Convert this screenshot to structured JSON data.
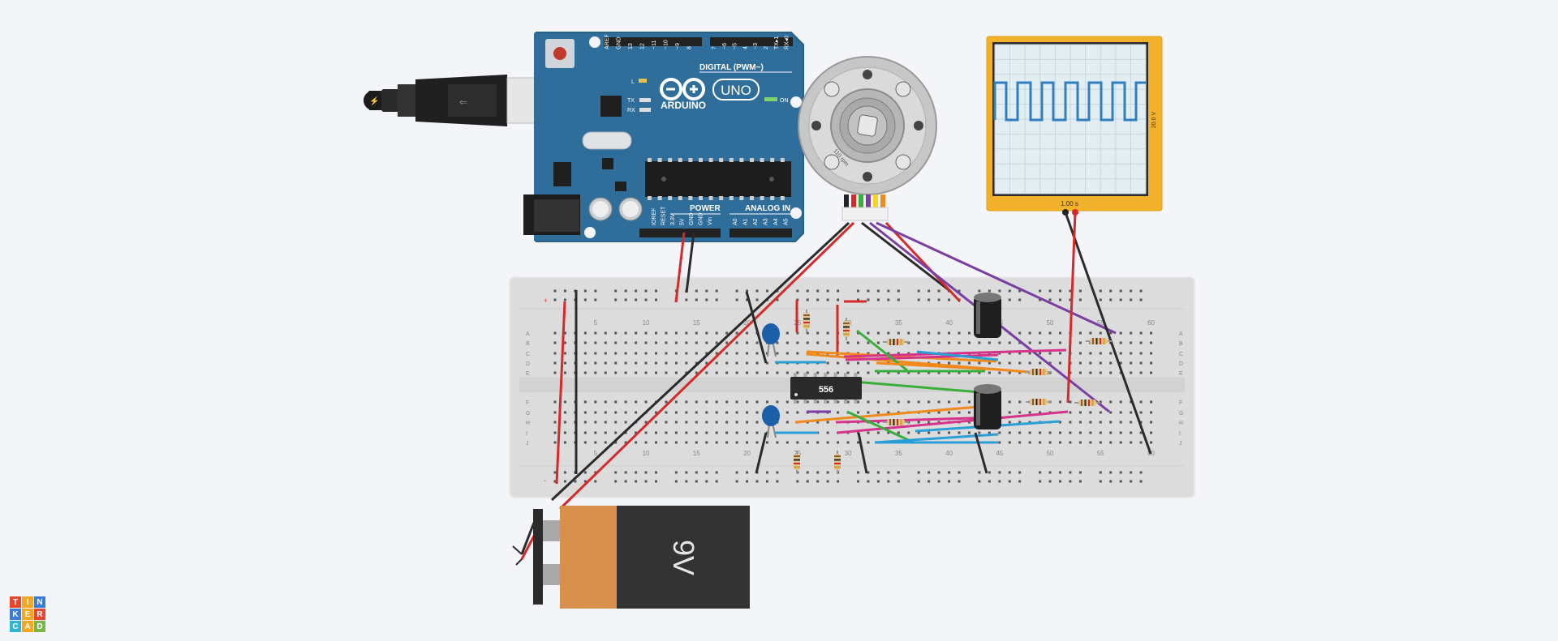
{
  "arduino": {
    "brand": "ARDUINO",
    "model": "UNO",
    "digital_header": "DIGITAL (PWM~)",
    "analog_header": "ANALOG IN",
    "power_header": "POWER",
    "on_label": "ON",
    "tx_label": "TX",
    "rx_label": "RX",
    "l_label": "L",
    "digital_pins": [
      "AREF",
      "GND",
      "13",
      "12",
      "~11",
      "~10",
      "~9",
      "8",
      "7",
      "~6",
      "~5",
      "4",
      "~3",
      "2",
      "TX▸1",
      "RX◂0"
    ],
    "power_pins": [
      "IOREF",
      "RESET",
      "3.3V",
      "5V",
      "GND",
      "GND",
      "Vin"
    ],
    "analog_pins": [
      "A0",
      "A1",
      "A2",
      "A3",
      "A4",
      "A5"
    ]
  },
  "motor": {
    "label": "110 rpm"
  },
  "oscilloscope": {
    "time_label": "1.00 s",
    "volt_label": "20.0 V"
  },
  "chip": {
    "label": "556"
  },
  "battery": {
    "label": "9V"
  },
  "breadboard": {
    "column_numbers": [
      "5",
      "10",
      "15",
      "20",
      "25",
      "30",
      "35",
      "40",
      "45",
      "50",
      "55",
      "60"
    ],
    "rows_top": [
      "A",
      "B",
      "C",
      "D",
      "E"
    ],
    "rows_bottom": [
      "F",
      "G",
      "H",
      "I",
      "J"
    ],
    "rail_plus": "+",
    "rail_minus": "-"
  },
  "logo": {
    "letters": [
      "T",
      "I",
      "N",
      "K",
      "E",
      "R",
      "C",
      "A",
      "D"
    ]
  },
  "colors": {
    "background": "#f3f5f8",
    "arduino_blue": "#2f6e9b",
    "wire_red": "#d42a2a",
    "wire_black": "#2b2b2b",
    "wire_purple": "#7a3ea3",
    "wire_orange": "#f08a1c",
    "wire_green": "#3aae3a",
    "wire_pink": "#d6338a",
    "wire_cyan": "#2a9fd6",
    "scope_frame": "#f2b12b",
    "battery_copper": "#d9904f",
    "battery_body": "#333333"
  }
}
